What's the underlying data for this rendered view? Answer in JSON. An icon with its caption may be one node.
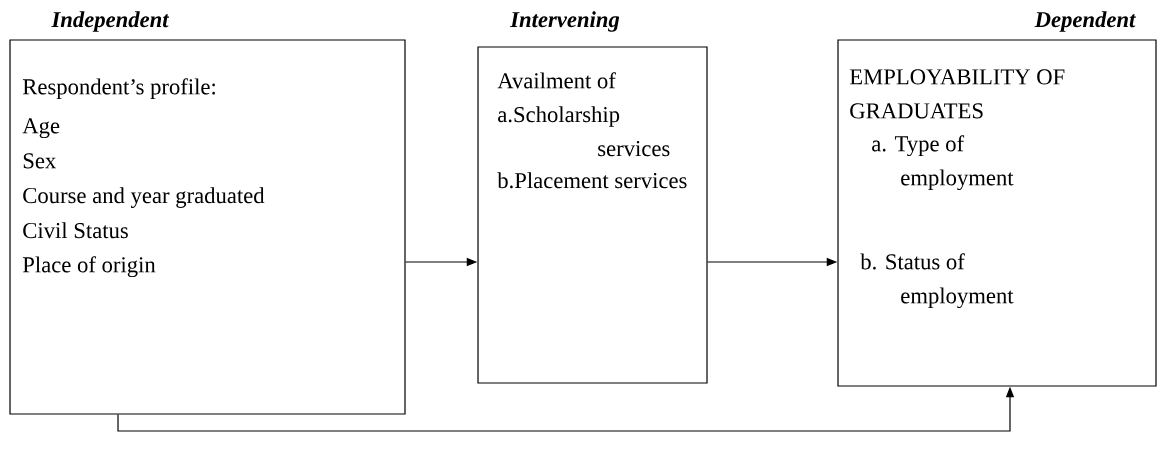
{
  "diagram": {
    "nodes": [
      {
        "text": [
          "Independent",
          "Respondent’s profile:",
          "Age",
          "Sex",
          "Course and year graduated",
          "Civil Status",
          "Place of origin"
        ]
      },
      {
        "text": [
          "Intervening",
          "Availment of",
          "a.Scholarship services",
          "b.Placement services"
        ]
      },
      {
        "text": [
          "Dependent",
          "EMPLOYABILITY OF GRADUATES",
          "a. Type of employment",
          "b. Status of employment"
        ]
      }
    ],
    "edges": [
      {
        "from": 0,
        "to": 1,
        "arrow": "to"
      },
      {
        "from": 1,
        "to": 2,
        "arrow": "to"
      },
      {
        "from": 0,
        "to": 2,
        "arrow": "to"
      }
    ]
  }
}
